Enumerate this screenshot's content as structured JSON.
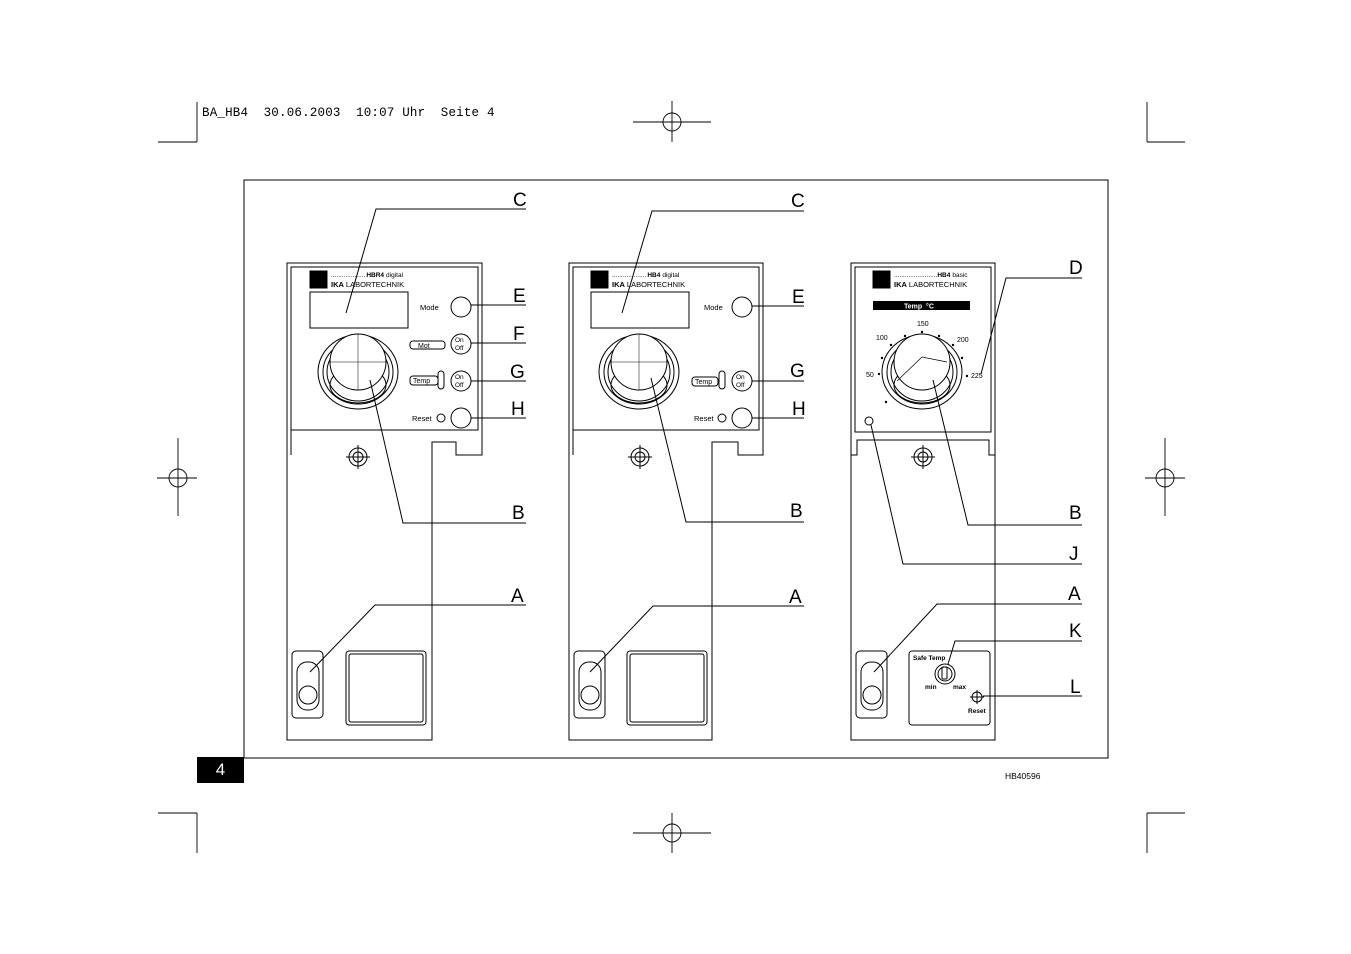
{
  "header_line": "BA_HB4  30.06.2003  10:07 Uhr  Seite 4",
  "page_number": "4",
  "figure_code": "HB40596",
  "devices": [
    {
      "model_dots": "...................",
      "model": "HBR4",
      "variant": "digital",
      "brand_bold": "IKA",
      "brand_rest": "LABORTECHNIK",
      "mode": "Mode",
      "mot": "Mot",
      "temp": "Temp",
      "on": "On",
      "off": "Off",
      "reset": "Reset",
      "callouts": {
        "C": "C",
        "E": "E",
        "F": "F",
        "G": "G",
        "H": "H",
        "B": "B",
        "A": "A"
      }
    },
    {
      "model_dots": "...................",
      "model": "HB4",
      "variant": "digital",
      "brand_bold": "IKA",
      "brand_rest": "LABORTECHNIK",
      "mode": "Mode",
      "temp": "Temp",
      "on": "On",
      "off": "Off",
      "reset": "Reset",
      "callouts": {
        "C": "C",
        "E": "E",
        "G": "G",
        "H": "H",
        "B": "B",
        "A": "A"
      }
    },
    {
      "model_dots": "........................",
      "model": "HB4",
      "variant": "basic",
      "brand_bold": "IKA",
      "brand_rest": "LABORTECHNIK",
      "temp_bar": "Temp  °C",
      "dial_scale": [
        "50",
        "100",
        "150",
        "200",
        "225"
      ],
      "safe_temp": "Safe Temp",
      "min": "min",
      "max": "max",
      "reset": "Reset",
      "callouts": {
        "D": "D",
        "B": "B",
        "J": "J",
        "A": "A",
        "K": "K",
        "L": "L"
      }
    }
  ]
}
